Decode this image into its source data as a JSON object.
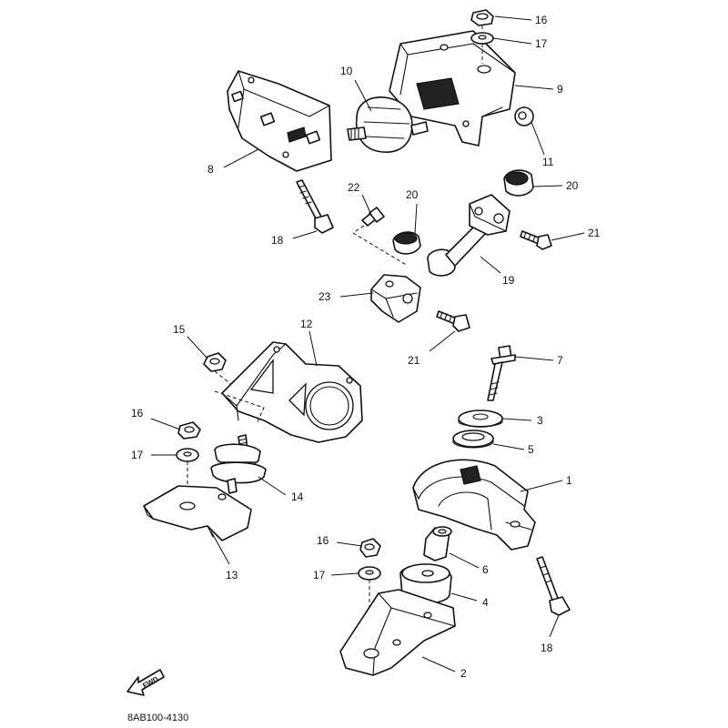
{
  "diagram": {
    "drawing_code": "8AB100-4130",
    "fwd_label": "FWD",
    "callouts": [
      "16",
      "17",
      "9",
      "10",
      "11",
      "8",
      "20",
      "22",
      "20",
      "21",
      "18",
      "19",
      "23",
      "21",
      "15",
      "12",
      "7",
      "16",
      "3",
      "5",
      "17",
      "1",
      "14",
      "6",
      "16",
      "17",
      "4",
      "13",
      "18",
      "2"
    ]
  }
}
